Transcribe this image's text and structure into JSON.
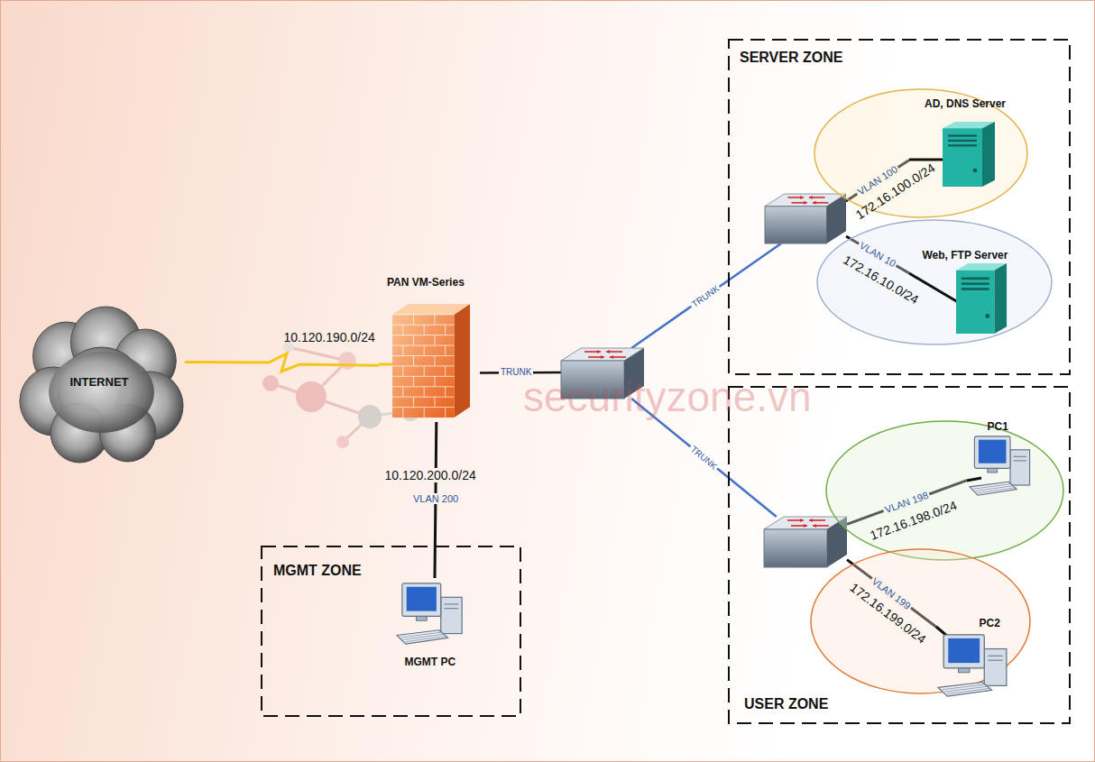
{
  "diagram": {
    "nodes": [
      {
        "text": [
          "INTERNET"
        ]
      },
      {
        "text": [
          "PAN VM-Series"
        ]
      },
      {
        "text": []
      },
      {
        "text": [
          "SERVER ZONE"
        ]
      },
      {
        "text": [],
        "in": 3
      },
      {
        "text": [
          "VLAN 100",
          "172.16.100.0/24"
        ],
        "in": 3
      },
      {
        "text": [
          "AD, DNS Server"
        ],
        "in": 5
      },
      {
        "text": [
          "VLAN 10",
          "172.16.10.0/24"
        ],
        "in": 3
      },
      {
        "text": [
          "Web, FTP Server"
        ],
        "in": 7
      },
      {
        "text": [
          "USER ZONE"
        ]
      },
      {
        "text": [],
        "in": 9
      },
      {
        "text": [
          "VLAN 198",
          "172.16.198.0/24"
        ],
        "in": 9
      },
      {
        "text": [
          "PC1"
        ],
        "in": 11
      },
      {
        "text": [
          "VLAN 199",
          "172.16.199.0/24"
        ],
        "in": 9
      },
      {
        "text": [
          "PC2"
        ],
        "in": 13
      },
      {
        "text": [
          "MGMT ZONE"
        ]
      },
      {
        "text": [
          "MGMT PC"
        ],
        "in": 15
      }
    ],
    "edges": [
      {
        "from": 0,
        "to": 1,
        "arrow": "none",
        "label": "10.120.190.0/24"
      },
      {
        "from": 1,
        "to": 2,
        "arrow": "none",
        "label": "TRUNK"
      },
      {
        "from": 2,
        "to": 4,
        "arrow": "none",
        "label": "TRUNK"
      },
      {
        "from": 2,
        "to": 10,
        "arrow": "none",
        "label": "TRUNK"
      },
      {
        "from": 4,
        "to": 6,
        "arrow": "none"
      },
      {
        "from": 4,
        "to": 8,
        "arrow": "none"
      },
      {
        "from": 10,
        "to": 12,
        "arrow": "none"
      },
      {
        "from": 10,
        "to": 14,
        "arrow": "none"
      },
      {
        "from": 1,
        "to": 16,
        "arrow": "none",
        "label": "10.120.200.0/24"
      }
    ],
    "labels": [
      "VLAN 200",
      "securityzone.vn"
    ]
  }
}
